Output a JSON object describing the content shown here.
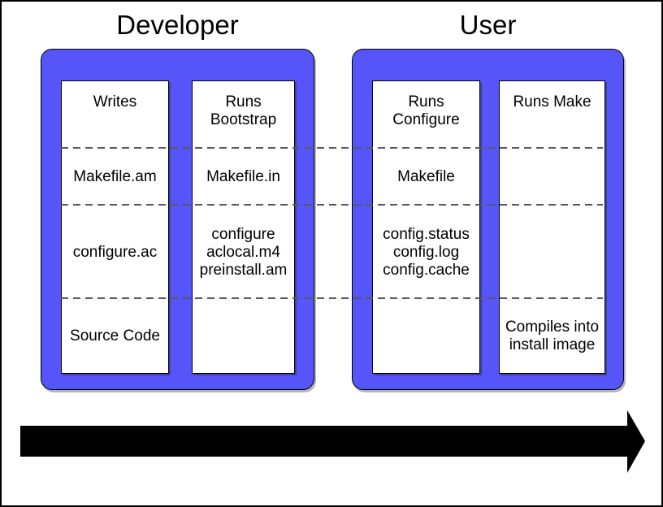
{
  "page": {
    "background": "#ffffff",
    "border_color": "#000000"
  },
  "colors": {
    "page_bg": "#ffffff",
    "border": "#000000",
    "group_fill": "#5555fa",
    "box_fill": "#ffffff",
    "dash": "#595959",
    "arrow": "#000000",
    "text": "#000000"
  },
  "groups": [
    {
      "title": "Developer",
      "columns": [
        {
          "name": "writes",
          "rows": [
            "Writes",
            "Makefile.am",
            "configure.ac",
            "Source Code"
          ]
        },
        {
          "name": "runs-bootstrap",
          "rows": [
            "Runs\nBootstrap",
            "Makefile.in",
            "configure\naclocal.m4\npreinstall.am",
            ""
          ]
        }
      ]
    },
    {
      "title": "User",
      "columns": [
        {
          "name": "runs-configure",
          "rows": [
            "Runs\nConfigure",
            "Makefile",
            "config.status\nconfig.log\nconfig.cache",
            ""
          ]
        },
        {
          "name": "runs-make",
          "rows": [
            "Runs Make",
            "",
            "",
            "Compiles into\ninstall image"
          ]
        }
      ]
    }
  ],
  "dividers": {
    "count": 3,
    "style": "dashed"
  },
  "arrow": {
    "direction": "right",
    "color": "#000000"
  }
}
